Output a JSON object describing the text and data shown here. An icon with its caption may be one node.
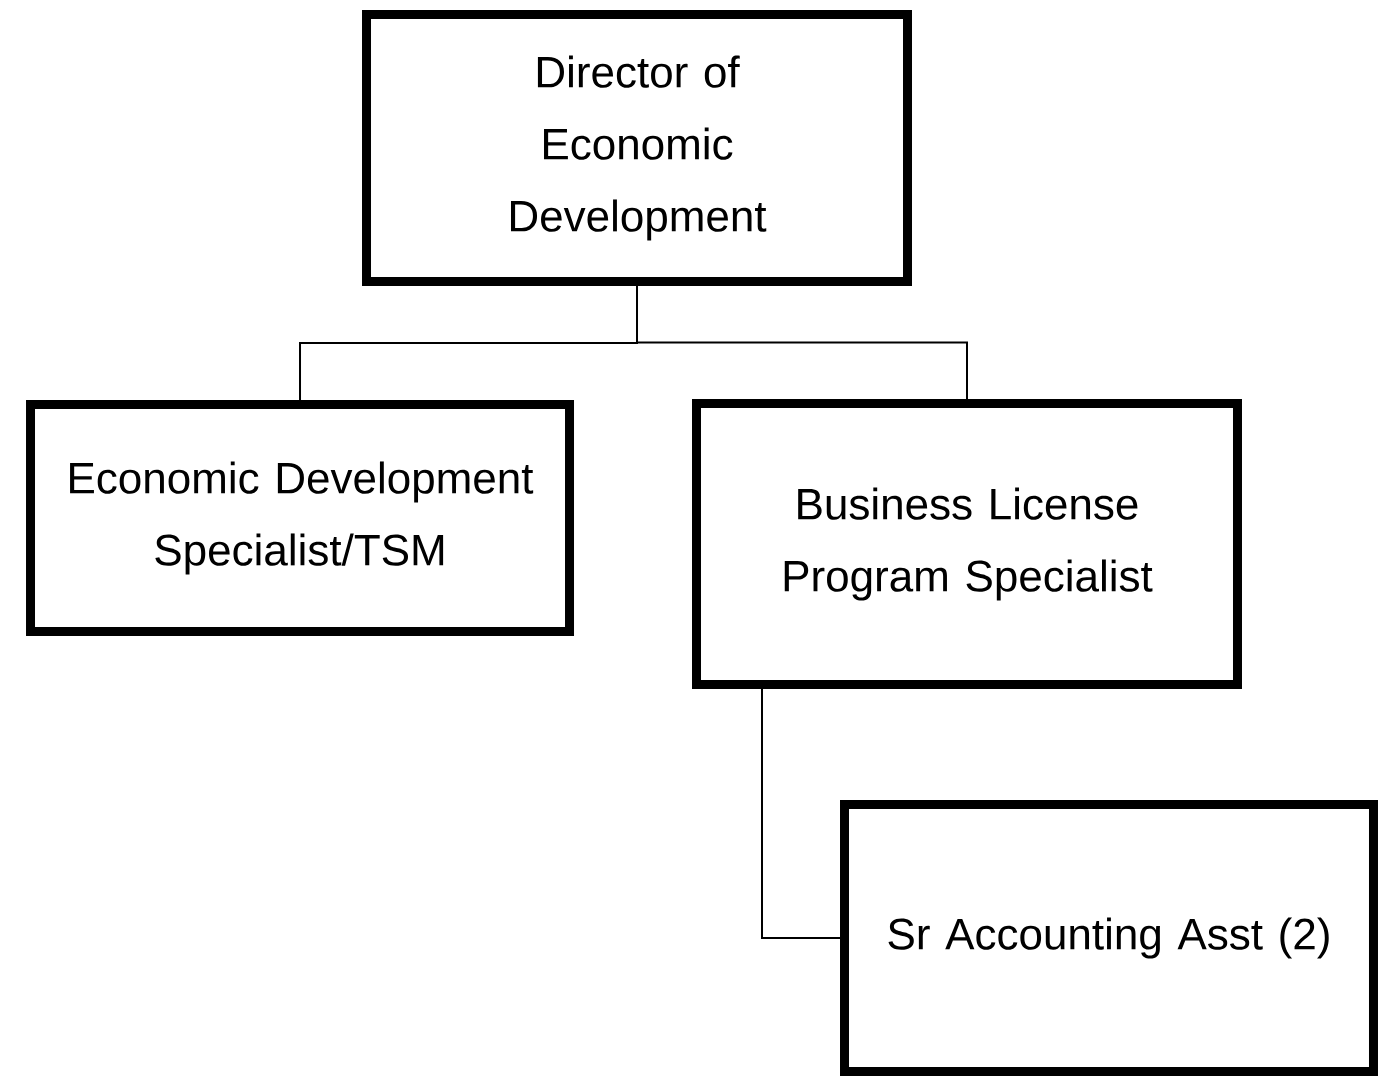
{
  "diagram": {
    "nodes": [
      {
        "text": [
          "Director of Economic Development"
        ]
      },
      {
        "text": [
          "Economic Development Specialist/TSM"
        ]
      },
      {
        "text": [
          "Business License Program Specialist"
        ]
      },
      {
        "text": [
          "Sr Accounting Asst (2)"
        ]
      }
    ],
    "edges": [
      {
        "from": 0,
        "to": 1,
        "arrow": "none"
      },
      {
        "from": 0,
        "to": 2,
        "arrow": "none"
      },
      {
        "from": 2,
        "to": 3,
        "arrow": "none"
      }
    ]
  }
}
